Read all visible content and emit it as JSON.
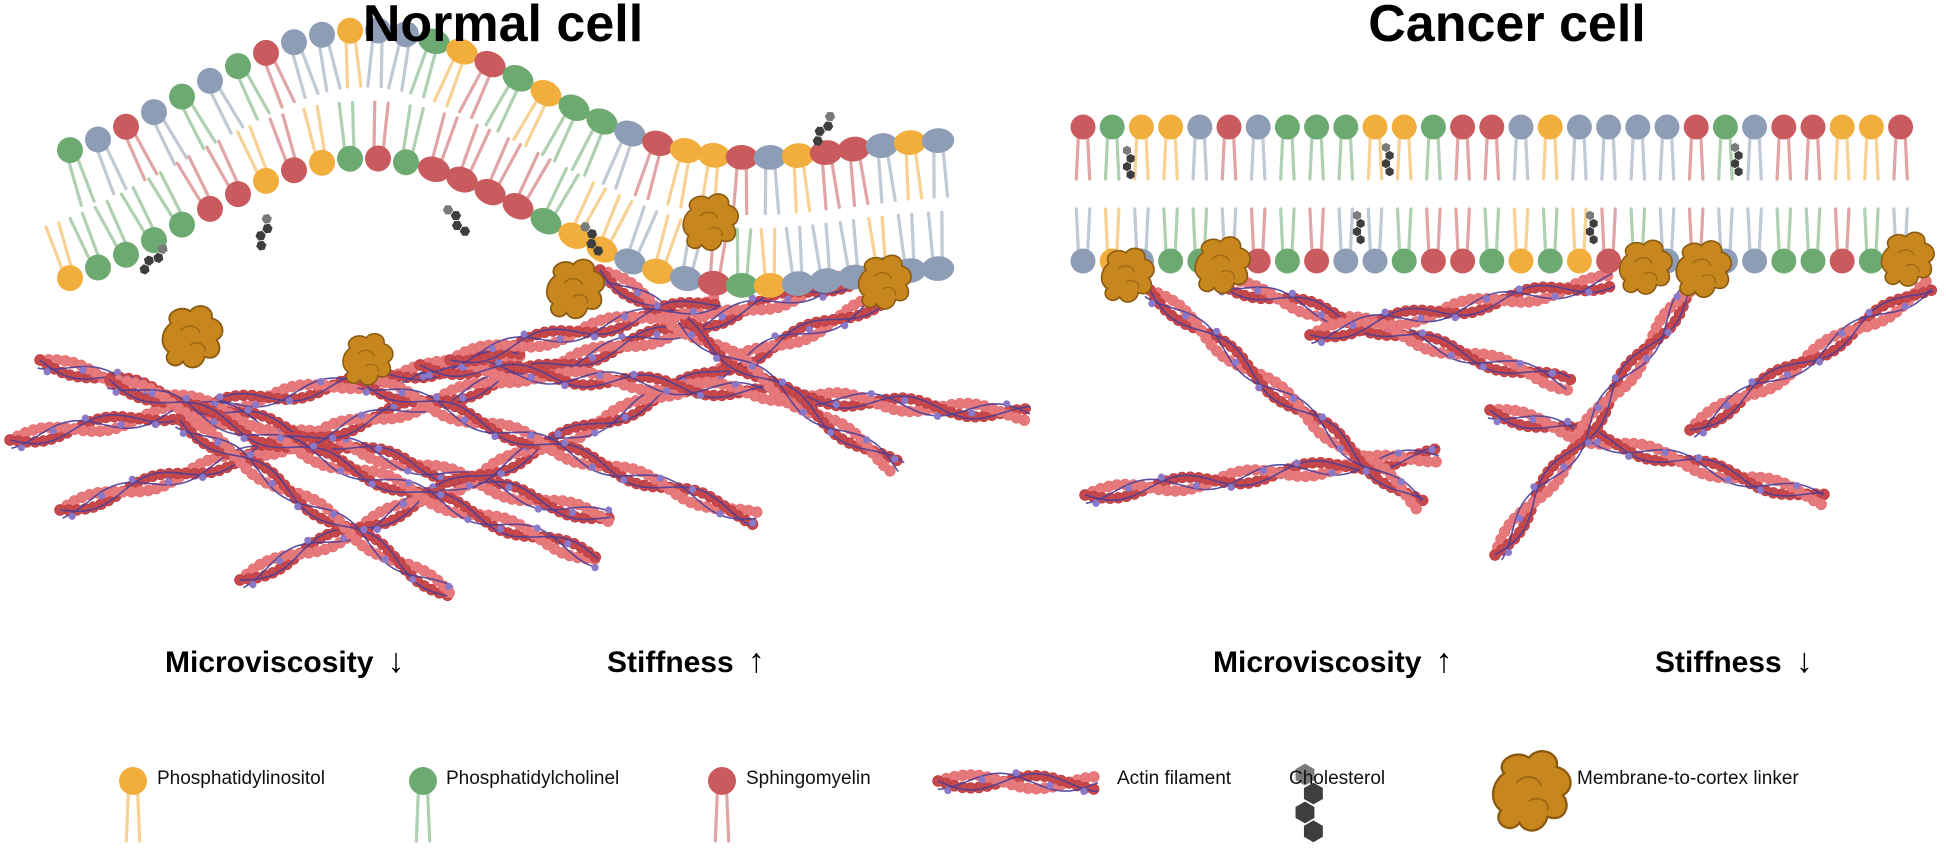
{
  "colors": {
    "phosphatidylinositol": "#F2AE3C",
    "phosphatidylcholine": "#6DAA72",
    "sphingomyelin": "#C95B5E",
    "neutral_lipid": "#8D9DB5",
    "actin_light": "#E6797B",
    "actin_dark": "#C4484C",
    "actin_strand": "#4B3F97",
    "actin_bead": "#8A78C8",
    "cholesterol": "#3E3E3E",
    "linker": "#C8861E",
    "linker_edge": "#8A5A10"
  },
  "panels": {
    "normal": {
      "title": "Normal cell",
      "microviscosity_label": "Microviscosity",
      "microviscosity_arrow": "↓",
      "stiffness_label": "Stiffness",
      "stiffness_arrow": "↑"
    },
    "cancer": {
      "title": "Cancer cell",
      "microviscosity_label": "Microviscosity",
      "microviscosity_arrow": "↑",
      "stiffness_label": "Stiffness",
      "stiffness_arrow": "↓"
    }
  },
  "legend": {
    "items": [
      {
        "id": "phosphatidylinositol",
        "label": "Phosphatidylinositol",
        "icon": "lipid-icon"
      },
      {
        "id": "phosphatidylcholine",
        "label": "Phosphatidylcholinel",
        "icon": "lipid-icon"
      },
      {
        "id": "sphingomyelin",
        "label": "Sphingomyelin",
        "icon": "lipid-icon"
      },
      {
        "id": "actin",
        "label": "Actin filament",
        "icon": "actin-filament-icon"
      },
      {
        "id": "cholesterol",
        "label": "Cholesterol",
        "icon": "cholesterol-icon"
      },
      {
        "id": "linker",
        "label": "Membrane-to-cortex linker",
        "icon": "linker-icon"
      }
    ]
  }
}
